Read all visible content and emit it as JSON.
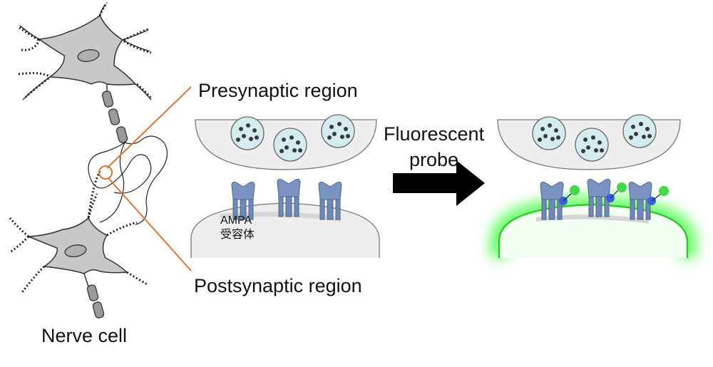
{
  "labels": {
    "presynaptic": "Presynaptic region",
    "postsynaptic": "Postsynaptic region",
    "nerve_cell": "Nerve cell",
    "probe_line1": "Fluorescent",
    "probe_line2": "probe",
    "ampa_line1": "AMPA",
    "ampa_line2": "受容体"
  },
  "colors": {
    "cell_fill": "#c8c8c8",
    "cell_stroke": "#333333",
    "leader_line": "#d9773a",
    "terminal_fill": "#eeeeee",
    "vesicle_fill": "#d4ecef",
    "vesicle_dot": "#3a3a3a",
    "receptor": "#7088b5",
    "probe_green": "#44d94a",
    "probe_blue": "#3a5fd8",
    "glow": "#4dff4d",
    "arrow": "#000000"
  },
  "icons": [
    "neuron-icon",
    "vesicle-icon",
    "ampa-receptor-icon",
    "fluorescent-probe-icon",
    "arrow-right-icon"
  ]
}
